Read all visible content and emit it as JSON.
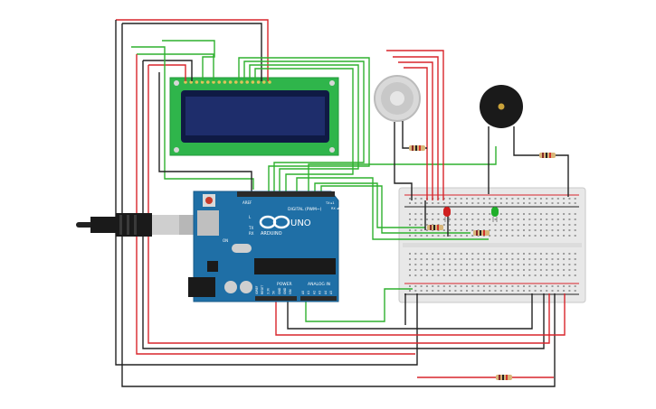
{
  "board": {
    "name": "UNO",
    "brand": "ARDUINO",
    "digital_label": "DIGITAL (PWM~)",
    "power_label": "POWER",
    "analog_label": "ANALOG IN",
    "aref_label": "AREF",
    "tx_label": "TX",
    "rx_label": "RX",
    "l_label": "L",
    "on_label": "ON",
    "tx_pin_label": "TX ▸1",
    "rx_pin_label": "RX ◂0",
    "power_pins": [
      "IOREF",
      "RESET",
      "3.3V",
      "5V",
      "GND",
      "GND",
      "VIN"
    ],
    "analog_pins": [
      "A0",
      "A1",
      "A2",
      "A3",
      "A4",
      "A5"
    ]
  },
  "colors": {
    "wire_red": "#d8252b",
    "wire_black": "#222222",
    "wire_green": "#2fb12f",
    "board_blue": "#1f6fa6",
    "lcd_green": "#2fb54b",
    "lcd_screen": "#1e2d6b",
    "breadboard": "#e9e9e9",
    "led_red": "#d01f1f",
    "led_green": "#1fae2a",
    "buzzer": "#1a1a1a",
    "resistor": "#d8b679"
  },
  "components": [
    {
      "id": "lcd",
      "icon": "lcd-16x2-icon"
    },
    {
      "id": "gas-sensor",
      "icon": "gas-sensor-icon"
    },
    {
      "id": "buzzer",
      "icon": "piezo-buzzer-icon"
    },
    {
      "id": "led-red",
      "icon": "led-icon"
    },
    {
      "id": "led-green",
      "icon": "led-icon"
    },
    {
      "id": "usb-cable",
      "icon": "usb-cable-icon"
    },
    {
      "id": "arduino-uno",
      "icon": "microcontroller-board-icon"
    },
    {
      "id": "breadboard",
      "icon": "breadboard-icon"
    }
  ]
}
